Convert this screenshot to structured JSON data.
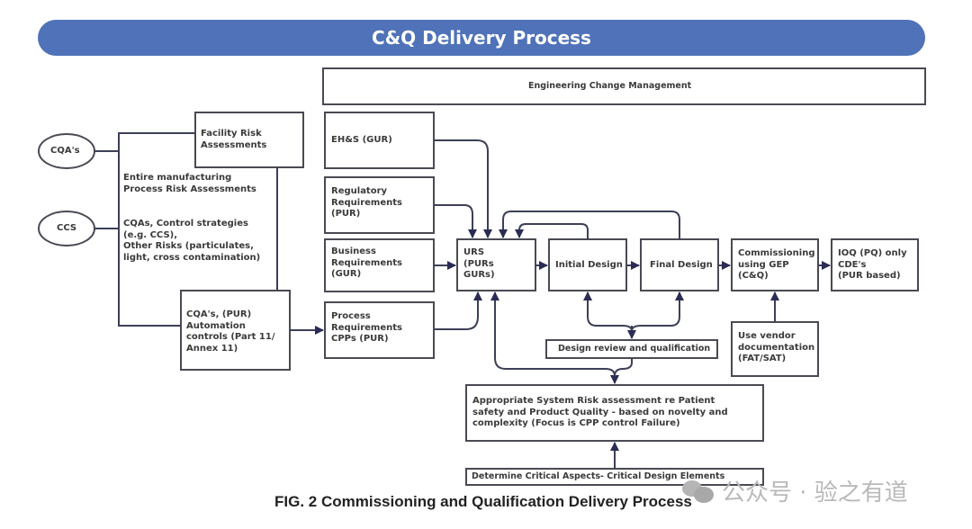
{
  "banner": {
    "title": "C&Q Delivery Process",
    "color": "#4f72b8"
  },
  "nodes": {
    "ecm": "Engineering Change Management",
    "cqas_oval": "CQA's",
    "ccs_oval": "CCS",
    "facility_risk": "Facility Risk\nAssessments",
    "process_risk": "Entire manufacturing\nProcess Risk Assessments",
    "process_risk_detail": "CQAs, Control strategies\n(e.g. CCS),\nOther Risks (particulates,\nlight, cross contamination)",
    "automation": "CQA's, (PUR)\nAutomation\ncontrols (Part 11/\nAnnex 11)",
    "ehs": "EH&S (GUR)",
    "regulatory": "Regulatory\nRequirements\n(PUR)",
    "business": "Business\nRequirements\n(GUR)",
    "process_req": "Process\nRequirements\nCPPs (PUR)",
    "urs": "URS\n(PURs\nGURs)",
    "initial_design": "Initial Design",
    "final_design": "Final Design",
    "commissioning": "Commissioning\nusing GEP\n(C&Q)",
    "ioq": "IOQ (PQ) only\nCDE's\n(PUR based)",
    "vendor_docs": "Use vendor\ndocumentation\n(FAT/SAT)",
    "design_review": "Design review and qualification",
    "system_risk": "Appropriate System Risk assessment re Patient\nsafety and Product Quality - based on novelty and\ncomplexity (Focus is CPP control Failure)",
    "critical_aspects": "Determine Critical Aspects- Critical Design Elements"
  },
  "connections": [
    {
      "from": "cqas_oval",
      "to": "process_risk",
      "arrow": false
    },
    {
      "from": "ccs_oval",
      "to": "process_risk",
      "arrow": false
    },
    {
      "from": "facility_risk",
      "to": "automation",
      "arrow": false
    },
    {
      "from": "process_risk",
      "to": "automation",
      "arrow": false
    },
    {
      "from": "automation",
      "to": "process_req",
      "arrow": true
    },
    {
      "from": "ehs",
      "to": "urs",
      "arrow": true
    },
    {
      "from": "regulatory",
      "to": "urs",
      "arrow": true
    },
    {
      "from": "business",
      "to": "urs",
      "arrow": true
    },
    {
      "from": "process_req",
      "to": "urs",
      "arrow": true
    },
    {
      "from": "urs",
      "to": "initial_design",
      "arrow": true
    },
    {
      "from": "initial_design",
      "to": "final_design",
      "arrow": true
    },
    {
      "from": "final_design",
      "to": "commissioning",
      "arrow": true
    },
    {
      "from": "commissioning",
      "to": "ioq",
      "arrow": true
    },
    {
      "from": "initial_design",
      "to": "urs",
      "arrow": true
    },
    {
      "from": "final_design",
      "to": "urs",
      "arrow": true
    },
    {
      "from": "design_review",
      "to": "initial_design",
      "arrow": true
    },
    {
      "from": "design_review",
      "to": "final_design",
      "arrow": true
    },
    {
      "from": "design_review",
      "to": "system_risk",
      "arrow": true
    },
    {
      "from": "system_risk",
      "to": "urs",
      "arrow": true
    },
    {
      "from": "vendor_docs",
      "to": "commissioning",
      "arrow": true
    },
    {
      "from": "critical_aspects",
      "to": "system_risk",
      "arrow": true
    }
  ],
  "caption": "FIG. 2 Commissioning and Qualification Delivery Process",
  "watermark": "公众号 · 验之有道"
}
